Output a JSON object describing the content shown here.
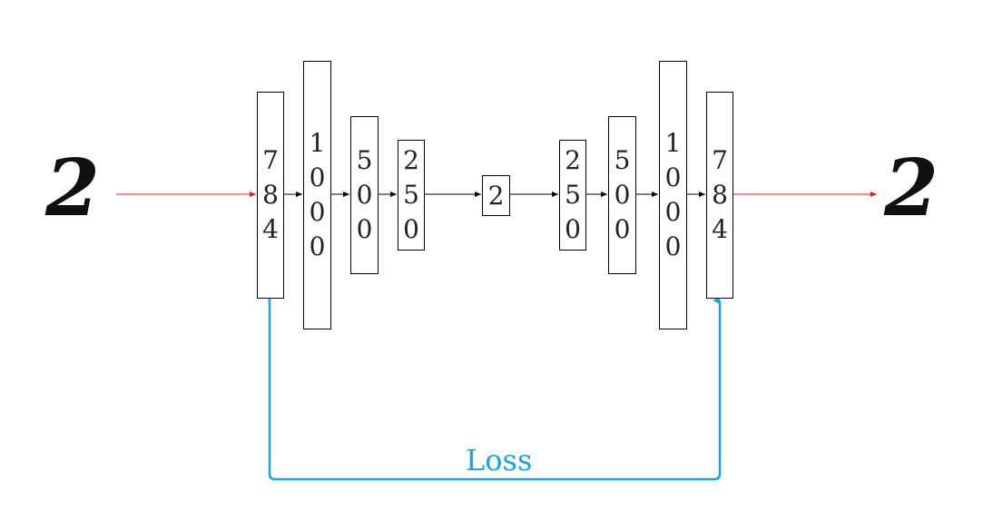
{
  "input_glyph": "2",
  "output_glyph": "2",
  "layers": [
    {
      "id": "enc-784",
      "units": "784"
    },
    {
      "id": "enc-1000",
      "units": "1000"
    },
    {
      "id": "enc-500",
      "units": "500"
    },
    {
      "id": "enc-250",
      "units": "250"
    },
    {
      "id": "code-2",
      "units": "2"
    },
    {
      "id": "dec-250",
      "units": "250"
    },
    {
      "id": "dec-500",
      "units": "500"
    },
    {
      "id": "dec-1000",
      "units": "1000"
    },
    {
      "id": "dec-784",
      "units": "784"
    }
  ],
  "loss": {
    "label": "Loss"
  },
  "colors": {
    "io_arrow": "#e02020",
    "layer_arrow": "#000000",
    "loss": "#1aa3e0"
  }
}
